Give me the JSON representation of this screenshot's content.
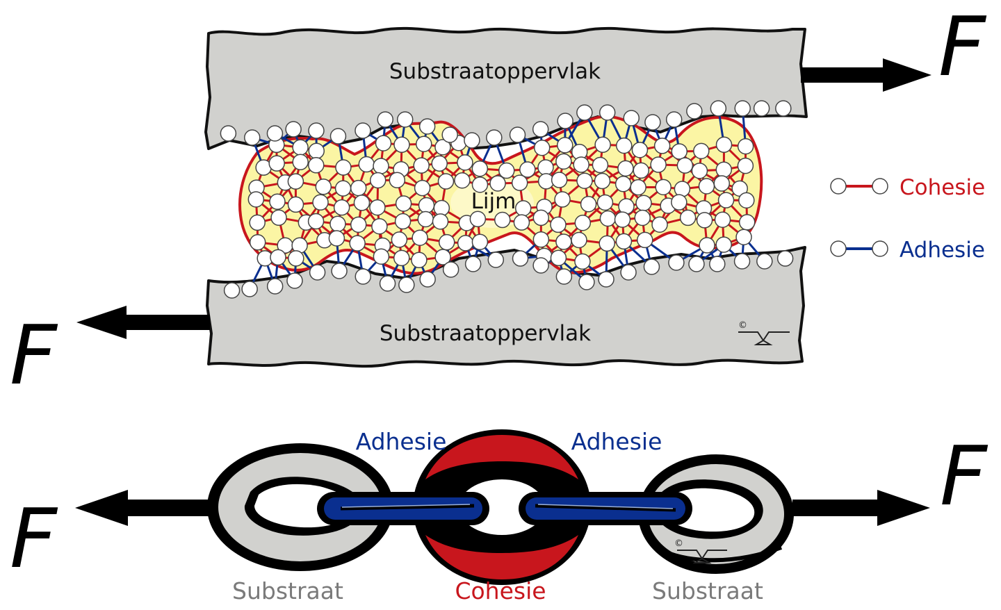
{
  "colors": {
    "cohesion": "#c8161d",
    "adhesion": "#0a2f8f",
    "substrate_fill": "#d1d1ce",
    "glue_fill": "#fbf5a4",
    "substrate_text": "#7a7a7a"
  },
  "top": {
    "substrate_top_label": "Substraatoppervlak",
    "substrate_bottom_label": "Substraatoppervlak",
    "glue_label": "Lijm",
    "force_right": "F",
    "force_left": "F",
    "copyright": "©"
  },
  "legend": {
    "cohesion_label": "Cohesie",
    "adhesion_label": "Adhesie"
  },
  "chain": {
    "adhesion_left": "Adhesie",
    "adhesion_right": "Adhesie",
    "substrate_left": "Substraat",
    "cohesion": "Cohesie",
    "substrate_right": "Substraat",
    "force_left": "F",
    "force_right": "F",
    "copyright": "©"
  }
}
